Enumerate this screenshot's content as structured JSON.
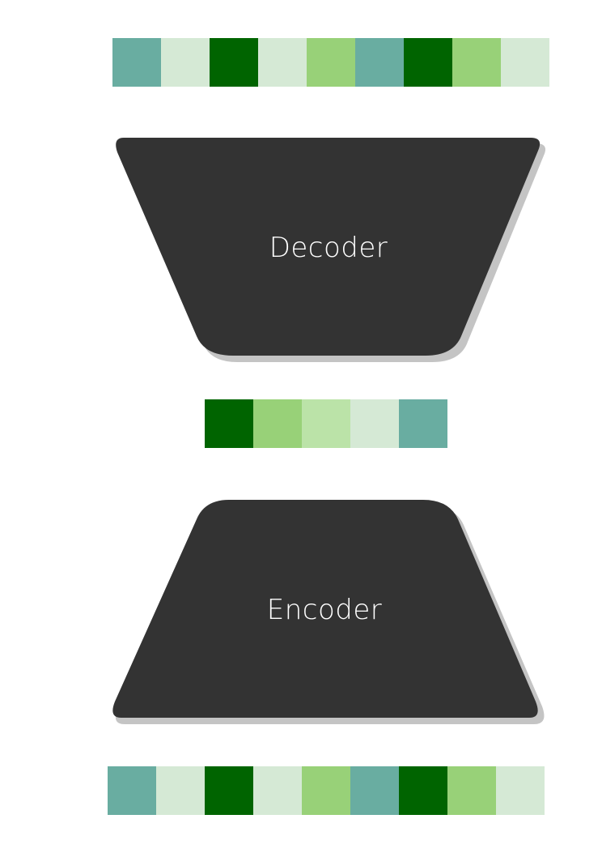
{
  "colors": {
    "teal": "#69ada1",
    "pale": "#d5e9d5",
    "dark_green": "#006400",
    "light_green": "#98d178",
    "mint": "#bbe3a8",
    "block_fill": "#333333",
    "block_shadow": "#c4c4c4"
  },
  "decoder": {
    "label": "Decoder"
  },
  "encoder": {
    "label": "Encoder"
  },
  "output_strip": {
    "cells": [
      "teal",
      "pale",
      "dark_green",
      "pale",
      "light_green",
      "teal",
      "dark_green",
      "light_green",
      "pale"
    ]
  },
  "latent_strip": {
    "cells": [
      "dark_green",
      "light_green",
      "mint",
      "pale",
      "teal"
    ]
  },
  "input_strip": {
    "cells": [
      "teal",
      "pale",
      "dark_green",
      "pale",
      "light_green",
      "teal",
      "dark_green",
      "light_green",
      "pale"
    ]
  }
}
